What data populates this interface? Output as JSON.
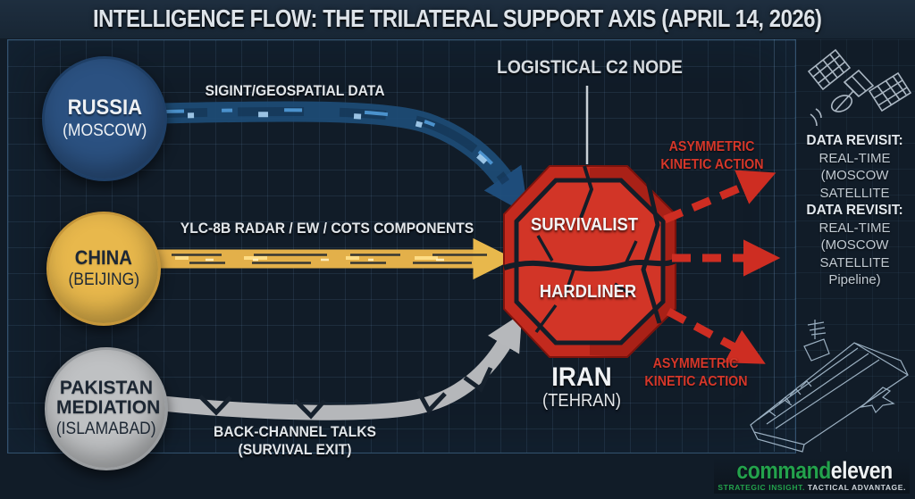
{
  "title": "INTELLIGENCE FLOW: THE TRILATERAL SUPPORT AXIS (APRIL 14, 2026)",
  "colors": {
    "russia_blue": "#2b5181",
    "china_yellow": "#e8b84c",
    "pakistan_gray": "#bfc1c3",
    "iran_red": "#cd2a1f",
    "alert_red": "#d5372a",
    "brand_green": "#23a24c",
    "background_navy": "#111c28"
  },
  "source_nodes": {
    "russia": {
      "name": "RUSSIA",
      "location": "(MOSCOW)",
      "flow_label": "SIGINT/GEOSPATIAL DATA"
    },
    "china": {
      "name": "CHINA",
      "location": "(BEIJING)",
      "flow_label": "YLC-8B RADAR / EW / COTS COMPONENTS"
    },
    "pakistan": {
      "name": "PAKISTAN MEDIATION",
      "location": "(ISLAMABAD)",
      "flow_label_line1": "BACK-CHANNEL TALKS",
      "flow_label_line2": "(SURVIVAL EXIT)"
    }
  },
  "central_node": {
    "top_label": "LOGISTICAL C2 NODE",
    "faction_top": "SURVIVALIST",
    "faction_bottom": "HARDLINER",
    "name": "IRAN",
    "location": "(TEHRAN)"
  },
  "outputs": {
    "top_label_line1": "ASYMMETRIC",
    "top_label_line2": "KINETIC ACTION",
    "bottom_label_line1": "ASYMMETRIC",
    "bottom_label_line2": "KINETIC ACTION"
  },
  "satellite_panel": {
    "blocks": [
      {
        "heading": "DATA REVISIT:",
        "lines": [
          "REAL-TIME",
          "(MOSCOW",
          "SATELLITE"
        ]
      },
      {
        "heading": "DATA REVISIT:",
        "lines": [
          "REAL-TIME",
          "(MOSCOW",
          "SATELLITE",
          "Pipeline)"
        ]
      }
    ]
  },
  "footer": {
    "brand_part1": "command",
    "brand_part2": "eleven",
    "tagline_part1": "STRATEGIC INSIGHT.",
    "tagline_part2": "TACTICAL ADVANTAGE."
  }
}
